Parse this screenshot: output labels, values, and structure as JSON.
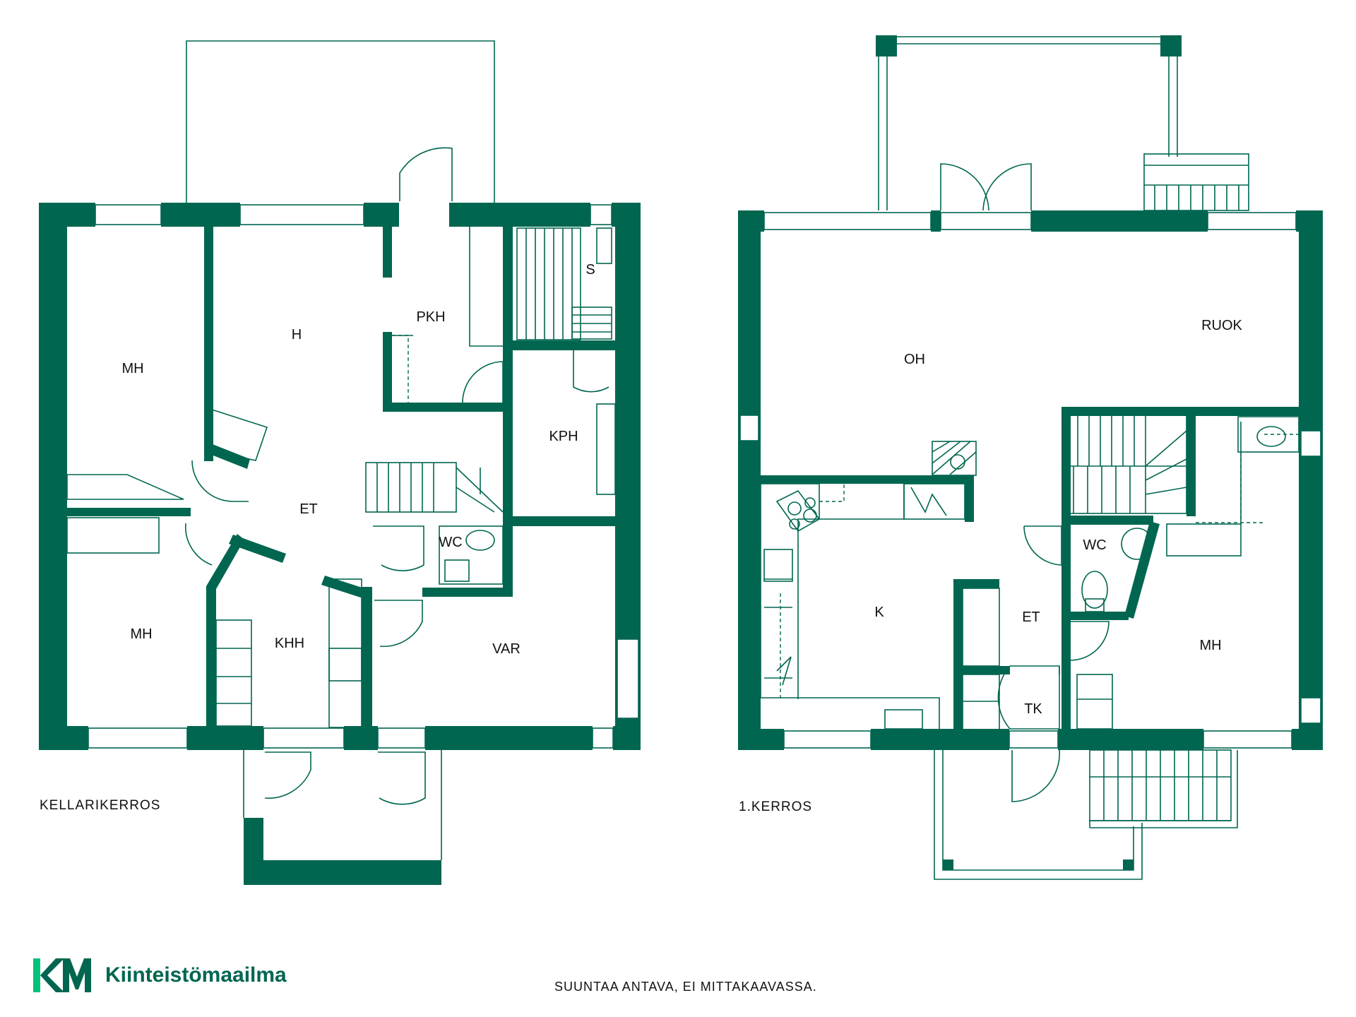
{
  "colors": {
    "wall": "#006650",
    "accent": "#00c27a",
    "text": "#111111"
  },
  "basement": {
    "floor_label": "KELLARIKERROS",
    "rooms": {
      "mh_top": "MH",
      "h": "H",
      "pkh": "PKH",
      "s": "S",
      "kph": "KPH",
      "et": "ET",
      "wc": "WC",
      "mh_bottom": "MH",
      "khh": "KHH",
      "var": "VAR"
    }
  },
  "first_floor": {
    "floor_label": "1.KERROS",
    "rooms": {
      "oh": "OH",
      "ruok": "RUOK",
      "k": "K",
      "et": "ET",
      "wc": "WC",
      "mh": "MH",
      "tk": "TK"
    }
  },
  "footer": {
    "logo_text": "Kiinteistömaailma",
    "note": "SUUNTAA ANTAVA, EI MITTAKAAVASSA."
  }
}
